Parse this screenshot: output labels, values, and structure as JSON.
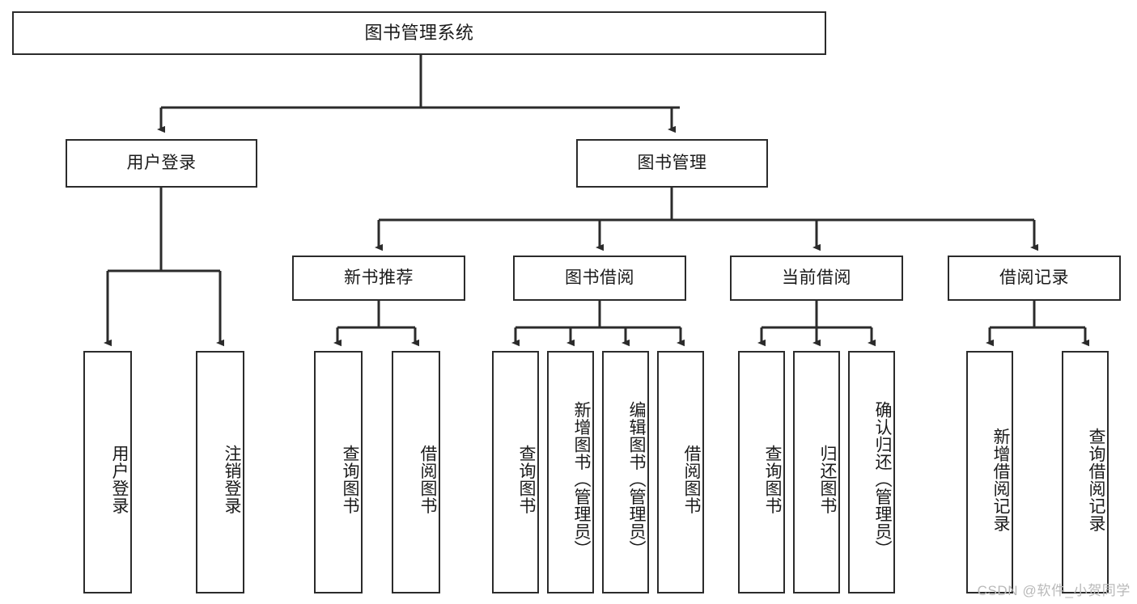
{
  "diagram": {
    "title": "图书管理系统",
    "watermark": "CSDN @软件_小贺同学",
    "stroke_color": "#2b2b2b",
    "background_color": "#ffffff",
    "text_color": "#1a1a1a",
    "nodes": {
      "root": {
        "label": "图书管理系统",
        "orientation": "horizontal",
        "level": 1
      },
      "l2_1": {
        "label": "用户登录",
        "orientation": "horizontal",
        "level": 2
      },
      "l2_2": {
        "label": "图书管理",
        "orientation": "horizontal",
        "level": 2
      },
      "l3_1": {
        "label": "新书推荐",
        "orientation": "horizontal",
        "level": 3
      },
      "l3_2": {
        "label": "图书借阅",
        "orientation": "horizontal",
        "level": 3
      },
      "l3_3": {
        "label": "当前借阅",
        "orientation": "horizontal",
        "level": 3
      },
      "l3_4": {
        "label": "借阅记录",
        "orientation": "horizontal",
        "level": 3
      },
      "leaf_1": {
        "label": "用户登录",
        "orientation": "vertical",
        "parent": "用户登录"
      },
      "leaf_2": {
        "label": "注销登录",
        "orientation": "vertical",
        "parent": "用户登录"
      },
      "leaf_3": {
        "label": "查询图书",
        "orientation": "vertical",
        "parent": "新书推荐"
      },
      "leaf_4": {
        "label": "借阅图书",
        "orientation": "vertical",
        "parent": "新书推荐"
      },
      "leaf_5": {
        "label": "查询图书",
        "orientation": "vertical",
        "parent": "图书借阅"
      },
      "leaf_6": {
        "label": "新增图书（管理员）",
        "orientation": "vertical",
        "parent": "图书借阅"
      },
      "leaf_7": {
        "label": "编辑图书（管理员）",
        "orientation": "vertical",
        "parent": "图书借阅"
      },
      "leaf_8": {
        "label": "借阅图书",
        "orientation": "vertical",
        "parent": "图书借阅"
      },
      "leaf_9": {
        "label": "查询图书",
        "orientation": "vertical",
        "parent": "当前借阅"
      },
      "leaf_10": {
        "label": "归还图书",
        "orientation": "vertical",
        "parent": "当前借阅"
      },
      "leaf_11": {
        "label": "确认归还（管理员）",
        "orientation": "vertical",
        "parent": "当前借阅"
      },
      "leaf_12": {
        "label": "新增借阅记录",
        "orientation": "vertical",
        "parent": "借阅记录"
      },
      "leaf_13": {
        "label": "查询借阅记录",
        "orientation": "vertical",
        "parent": "借阅记录"
      }
    }
  }
}
